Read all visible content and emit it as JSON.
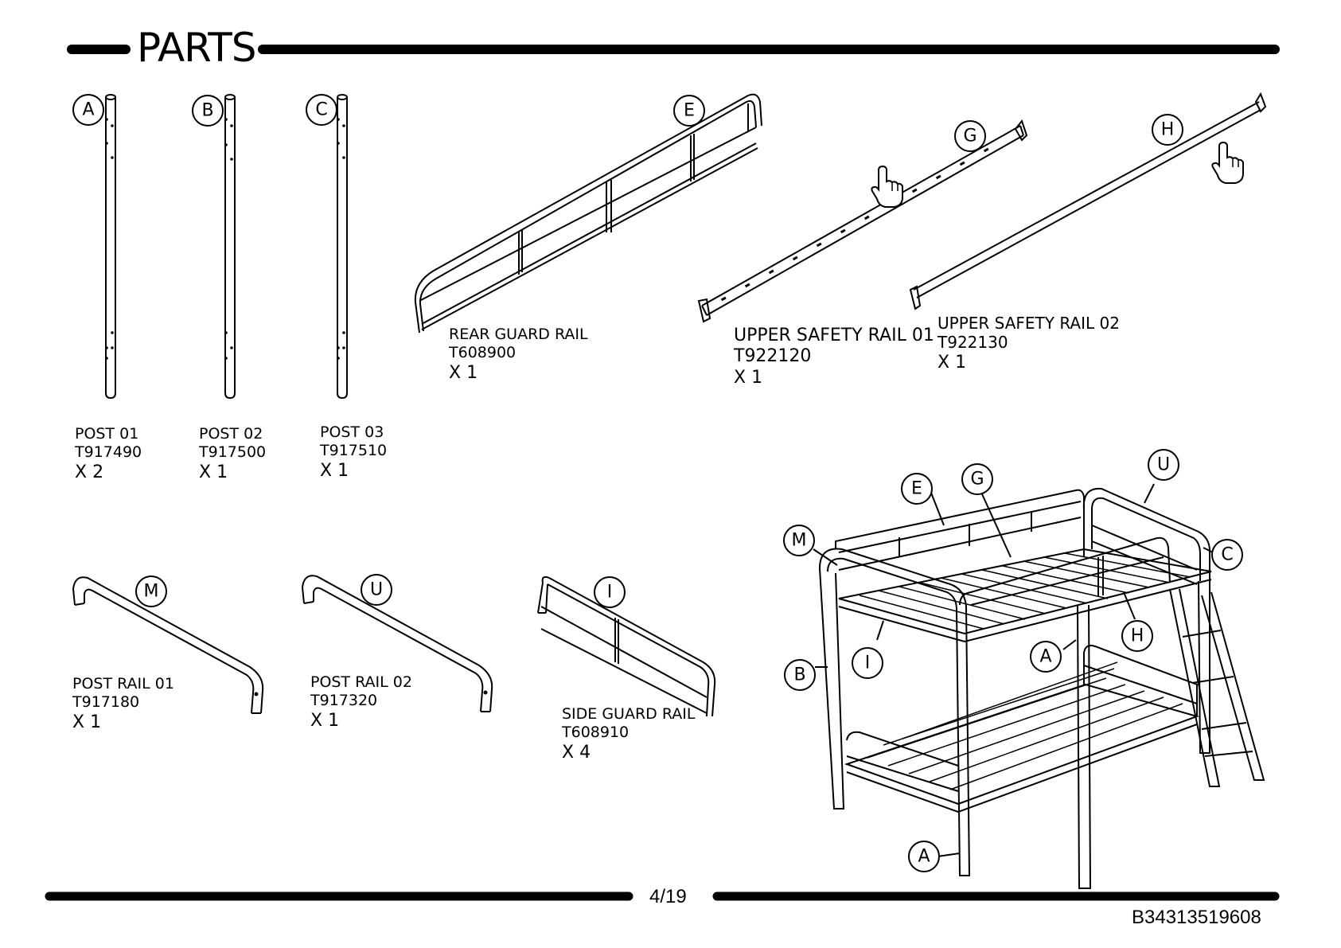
{
  "header": {
    "title": "PARTS"
  },
  "parts": [
    {
      "letter": "A",
      "name": "POST 01",
      "code": "T917490",
      "qty": "X 2"
    },
    {
      "letter": "B",
      "name": "POST 02",
      "code": "T917500",
      "qty": "X 1"
    },
    {
      "letter": "C",
      "name": "POST 03",
      "code": "T917510",
      "qty": "X 1"
    },
    {
      "letter": "E",
      "name": "REAR GUARD RAIL",
      "code": "T608900",
      "qty": "X 1"
    },
    {
      "letter": "G",
      "name": "UPPER SAFETY RAIL 01",
      "code": "T922120",
      "qty": "X 1"
    },
    {
      "letter": "H",
      "name": "UPPER SAFETY RAIL 02",
      "code": "T922130",
      "qty": "X 1"
    },
    {
      "letter": "M",
      "name": "POST RAIL 01",
      "code": "T917180",
      "qty": "X 1"
    },
    {
      "letter": "U",
      "name": "POST RAIL 02",
      "code": "T917320",
      "qty": "X 1"
    },
    {
      "letter": "I",
      "name": "SIDE GUARD RAIL",
      "code": "T608910",
      "qty": "X 4"
    }
  ],
  "assembly_callouts": [
    "E",
    "G",
    "U",
    "M",
    "C",
    "B",
    "I",
    "A",
    "H",
    "A"
  ],
  "footer": {
    "page": "4/19",
    "doc_id": "B34313519608"
  },
  "colors": {
    "ink": "#000000",
    "background": "#ffffff"
  },
  "icons": [
    "pointing-hand-icon"
  ]
}
